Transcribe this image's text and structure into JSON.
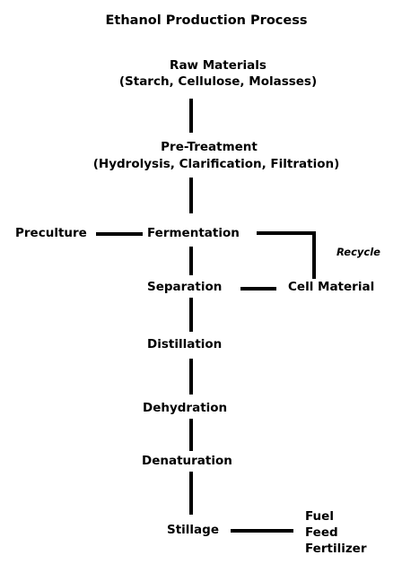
{
  "title": "Ethanol Production Process",
  "nodes": {
    "raw_materials": "Raw Materials",
    "raw_materials_detail": "(Starch, Cellulose, Molasses)",
    "pretreatment": "Pre-Treatment",
    "pretreatment_detail": "(Hydrolysis, Clarification, Filtration)",
    "preculture": "Preculture",
    "fermentation": "Fermentation",
    "recycle": "Recycle",
    "separation": "Separation",
    "cell_material": "Cell Material",
    "distillation": "Distillation",
    "dehydration": "Dehydration",
    "denaturation": "Denaturation",
    "stillage": "Stillage",
    "uses": [
      "Fuel",
      "Feed",
      "Fertilizer"
    ]
  }
}
